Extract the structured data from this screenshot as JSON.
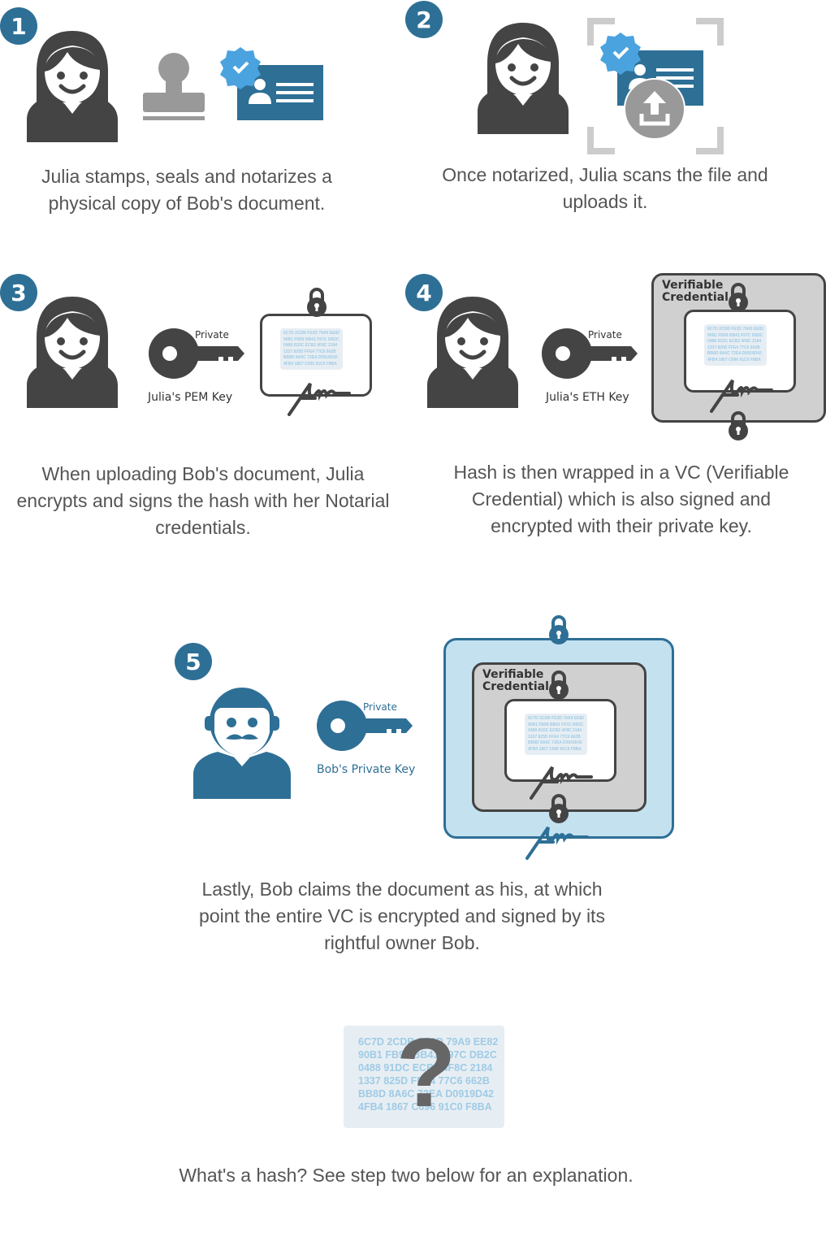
{
  "steps": [
    {
      "number": "1",
      "caption": "Julia stamps, seals and notarizes a physical copy of Bob's document."
    },
    {
      "number": "2",
      "caption": "Once notarized, Julia scans the file and uploads it."
    },
    {
      "number": "3",
      "caption": "When uploading Bob's document, Julia encrypts and signs the hash with her Notarial credentials.",
      "key_tag": "Private",
      "key_label": "Julia's PEM Key"
    },
    {
      "number": "4",
      "caption": "Hash is then wrapped in a VC (Verifiable Credential) which is also signed and encrypted with their private key.",
      "key_tag": "Private",
      "key_label": "Julia's ETH Key",
      "vc_title": "Verifiable Credential"
    },
    {
      "number": "5",
      "caption": "Lastly, Bob claims the document as his, at which point the entire VC is encrypted and signed by its rightful owner Bob.",
      "key_tag": "Private",
      "key_label": "Bob's Private Key",
      "vc_title": "Verifiable Credential"
    }
  ],
  "hash": {
    "lines": [
      "6C7D 2CDB FE3D 79A9 EE82",
      "90B1 FB99 BB41 F97C DB2C",
      "0488 91DC  ECB2 4F8C 2184",
      "1337 825D FFE4 77C6 662B",
      "BB8D 8A6C 72EA D0919D42",
      "4FB4 1867 C696 91C0 F8BA"
    ]
  },
  "footer": {
    "question_mark": "?",
    "caption": "What's a hash? See step two below for an explanation."
  },
  "colors": {
    "accent": "#2e6f96",
    "dark": "#444444",
    "light_blue": "#c4e1f0",
    "check_blue": "#4aa3df"
  }
}
